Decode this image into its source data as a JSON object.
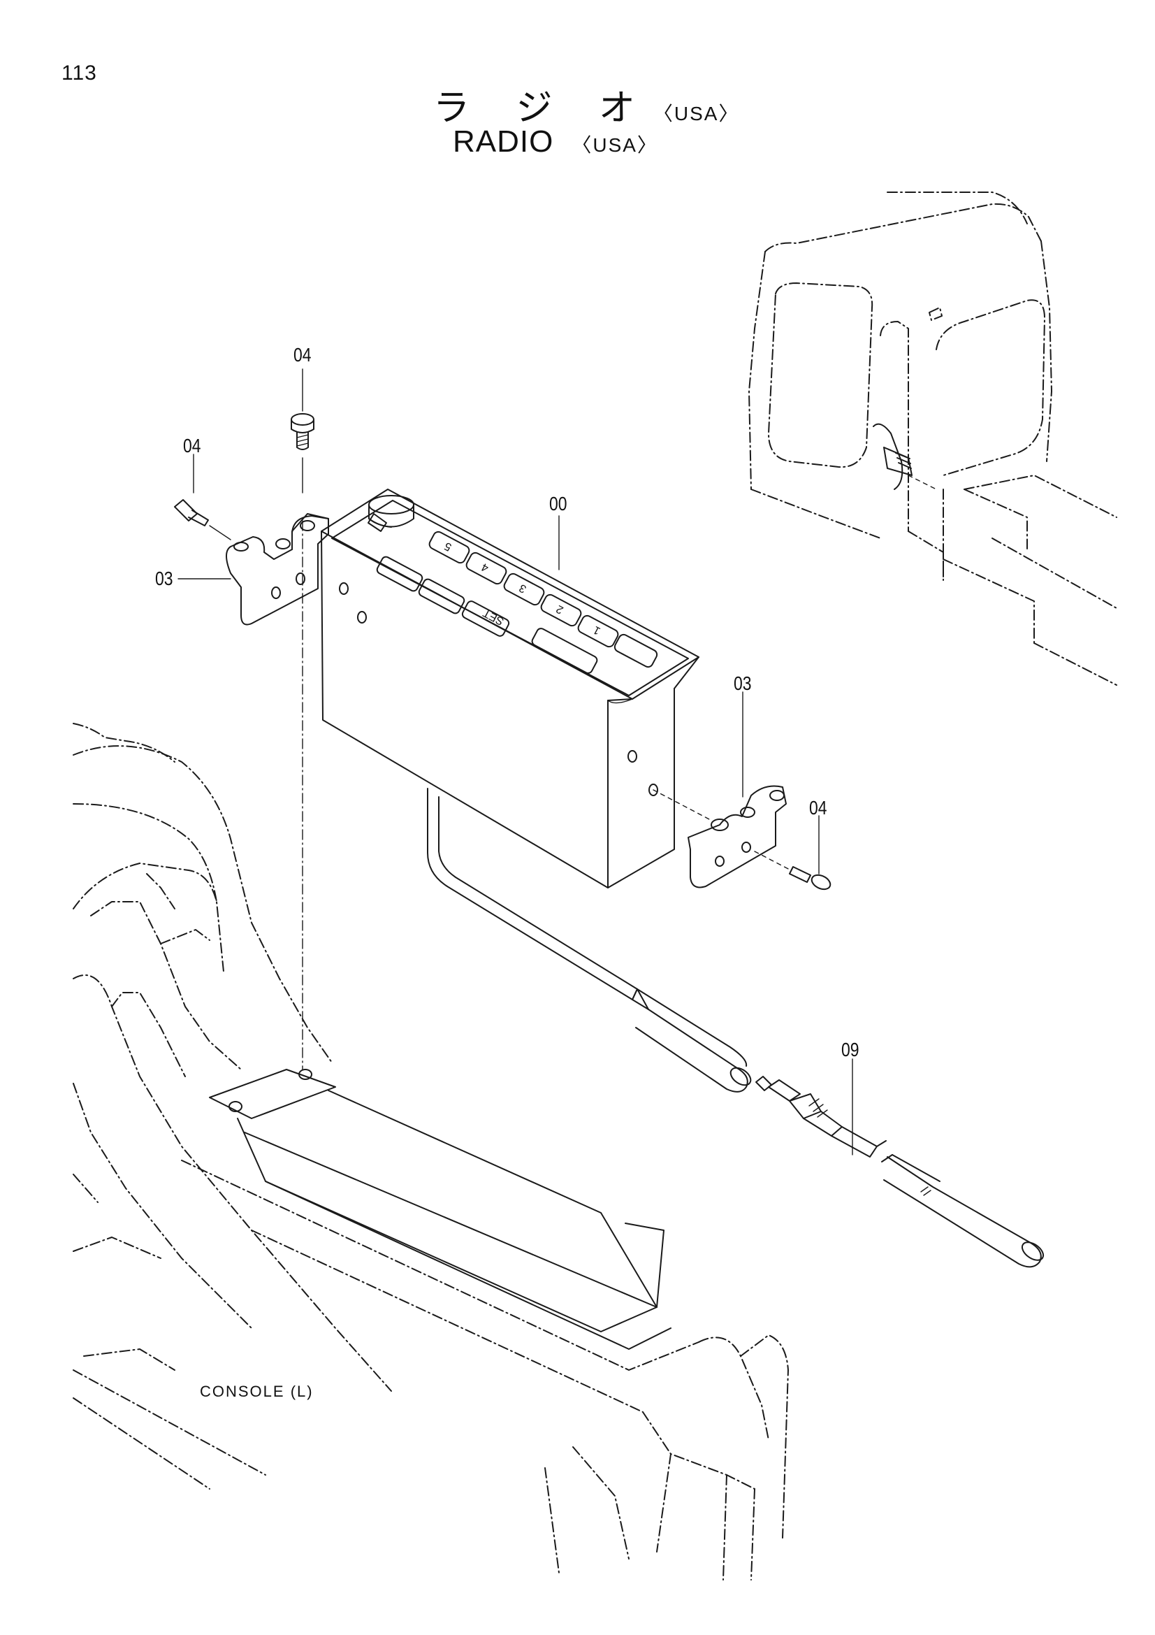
{
  "page": {
    "number": "113",
    "title_jp": "ラ ジ オ",
    "title_jp_tag": "〈USA〉",
    "title_en": "RADIO",
    "title_en_tag": "〈USA〉"
  },
  "callouts": [
    {
      "id": "bolt-top",
      "label": "04"
    },
    {
      "id": "bolt-left",
      "label": "04"
    },
    {
      "id": "radio-unit",
      "label": "00"
    },
    {
      "id": "bracket-left",
      "label": "03"
    },
    {
      "id": "bracket-right",
      "label": "03"
    },
    {
      "id": "bolt-right",
      "label": "04"
    },
    {
      "id": "antenna-cable",
      "label": "09"
    }
  ],
  "labels": {
    "console": "CONSOLE (L)"
  },
  "radio_keys": [
    "5",
    "4",
    "3",
    "2",
    "1",
    "SET"
  ]
}
